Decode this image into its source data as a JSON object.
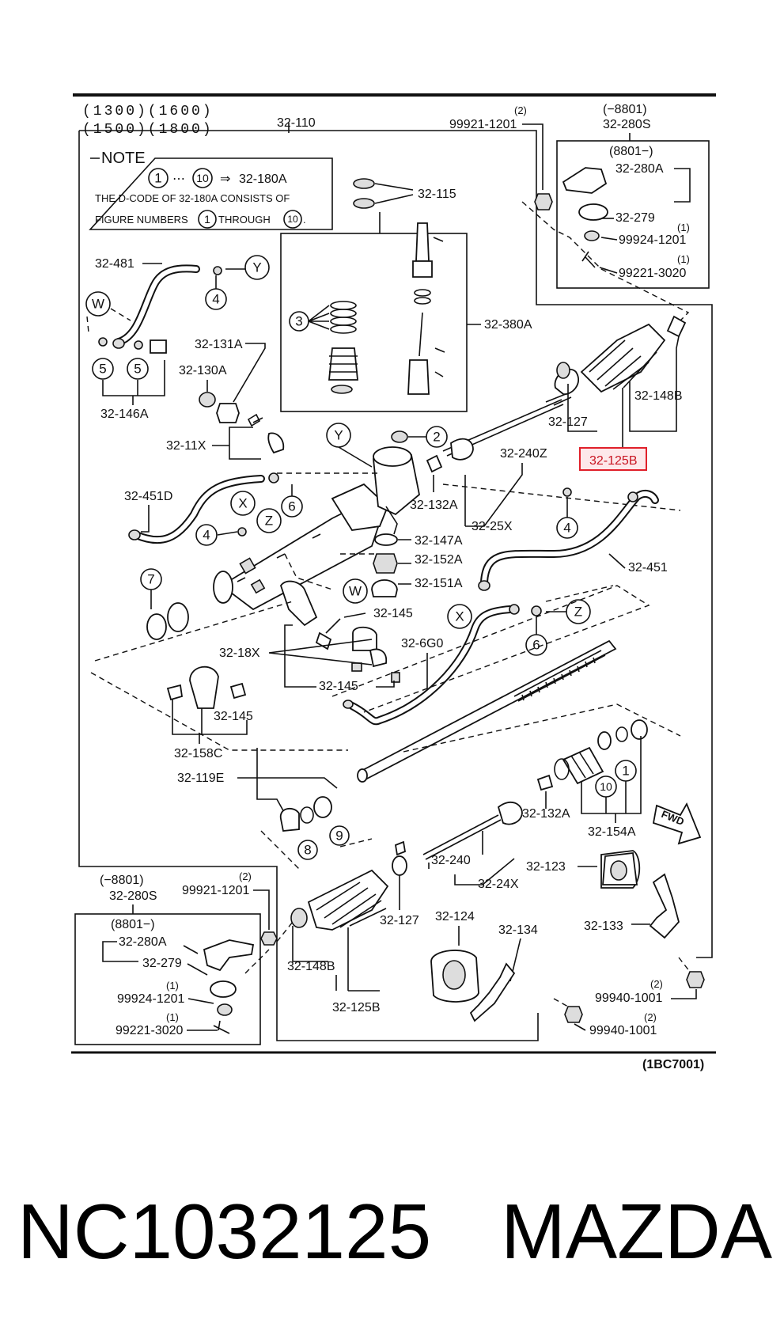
{
  "header": {
    "engine_line1": "(1300)(1600)",
    "engine_line2": "(1500)(1800)"
  },
  "note": {
    "title": "NOTE",
    "range_start": "1",
    "range_sep": "⋯",
    "range_end": "10",
    "arrow": "⇒",
    "target": "32-180A",
    "line2": "THE D-CODE OF 32-180A CONSISTS OF",
    "line3_pre": "FIGURE NUMBERS",
    "line3_a": "1",
    "line3_mid": "THROUGH",
    "line3_b": "10",
    "line3_end": "."
  },
  "labels": {
    "l32_110": "32-110",
    "l99921_top_qty": "(2)",
    "l99921_top": "99921-1201",
    "l8801_top": "(−8801)",
    "l32_280S_top": "32-280S",
    "l8801b_top": "(8801−)",
    "l32_280A_top": "32-280A",
    "l32_279_top": "32-279",
    "l99924_top_qty": "(1)",
    "l99924_top": "99924-1201",
    "l99221_top_qty": "(1)",
    "l99221_top": "99221-3020",
    "l32_115": "32-115",
    "l32_380A": "32-380A",
    "l32_481": "32-481",
    "l32_131A": "32-131A",
    "l32_130A": "32-130A",
    "l32_146A": "32-146A",
    "l32_11X": "32-11X",
    "l32_451D": "32-451D",
    "l32_148B_top": "32-148B",
    "l32_127_top": "32-127",
    "l32_125B_top": "32-125B",
    "l32_240Z": "32-240Z",
    "l32_132A_top": "32-132A",
    "l32_25X": "32-25X",
    "l32_147A": "32-147A",
    "l32_152A": "32-152A",
    "l32_151A": "32-151A",
    "l32_451": "32-451",
    "l32_145_a": "32-145",
    "l32_18X": "32-18X",
    "l32_6G0": "32-6G0",
    "l32_145_b": "32-145",
    "l32_145_c": "32-145",
    "l32_158C": "32-158C",
    "l32_119E": "32-119E",
    "l32_132A_bot": "32-132A",
    "l32_154A": "32-154A",
    "l32_240": "32-240",
    "l32_24X": "32-24X",
    "l32_123": "32-123",
    "l8801_bot": "(−8801)",
    "l32_280S_bot": "32-280S",
    "l99921_bot_qty": "(2)",
    "l99921_bot": "99921-1201",
    "l8801b_bot": "(8801−)",
    "l32_280A_bot": "32-280A",
    "l32_279_bot": "32-279",
    "l99924_bot_qty": "(1)",
    "l99924_bot": "99924-1201",
    "l99221_bot_qty": "(1)",
    "l99221_bot": "99221-3020",
    "l32_127_bot": "32-127",
    "l32_124": "32-124",
    "l32_134": "32-134",
    "l32_133": "32-133",
    "l32_148B_bot": "32-148B",
    "l32_125B_bot": "32-125B",
    "l99940_a_qty": "(2)",
    "l99940_a": "99940-1001",
    "l99940_b_qty": "(2)",
    "l99940_b": "99940-1001",
    "fwd": "FWD",
    "diagram_code": "(1BC7001)"
  },
  "callouts": {
    "Y1": "Y",
    "W1": "W",
    "c4a": "4",
    "c5a": "5",
    "c5b": "5",
    "c3": "3",
    "Y2": "Y",
    "c2": "2",
    "X1": "X",
    "Z1": "Z",
    "c6a": "6",
    "c4b": "4",
    "c4c": "4",
    "c7": "7",
    "W2": "W",
    "X2": "X",
    "Z2": "Z",
    "c6b": "6",
    "c10": "10",
    "c1": "1",
    "c8": "8",
    "c9": "9"
  },
  "highlight": {
    "part": "32-125B",
    "color": "#e0202a"
  },
  "caption": {
    "part_number": "NC1032125",
    "brand": "MAZDA"
  }
}
